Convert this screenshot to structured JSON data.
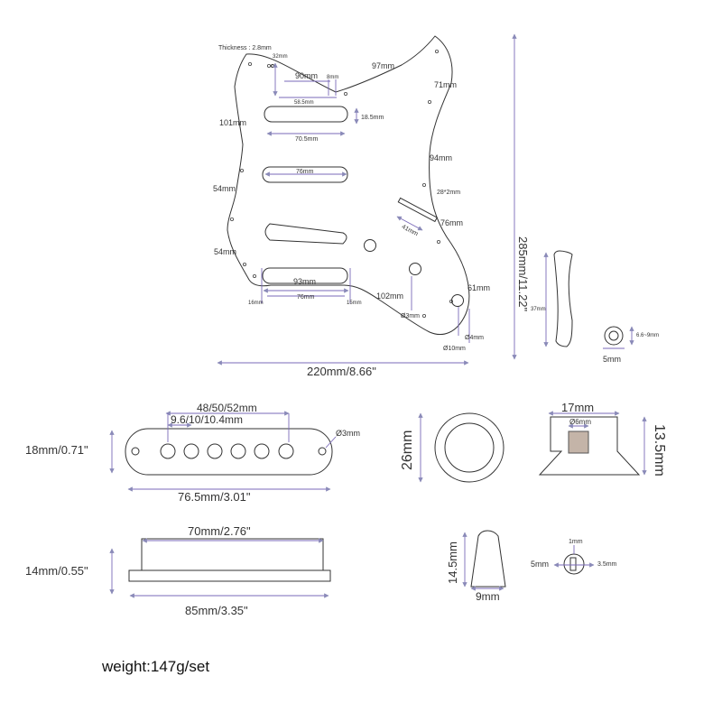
{
  "pickguard": {
    "thickness": "Thickness : 2.8mm",
    "d32": "32mm",
    "d90": "90mm",
    "d8": "8mm",
    "d97": "97mm",
    "d71": "71mm",
    "d58_5": "58.5mm",
    "d101": "101mm",
    "d18_5": "18.5mm",
    "d70_5": "70.5mm",
    "d94": "94mm",
    "d76a": "76mm",
    "d54a": "54mm",
    "d28x2": "28*2mm",
    "d41": "41mm",
    "d76b": "76mm",
    "d54b": "54mm",
    "d93": "93mm",
    "d76c": "76mm",
    "d16": "16mm",
    "d15": "15mm",
    "d102": "102mm",
    "d61": "61mm",
    "d3": "Ø3mm",
    "d4": "Ø4mm",
    "d10": "Ø10mm",
    "height": "285mm/11.22\"",
    "width": "220mm/8.66\""
  },
  "switch_tip": {
    "length": "37mm",
    "tip_d": "6.6~9mm",
    "base": "5mm"
  },
  "pickup_cover": {
    "spacing": "48/50/52mm",
    "pole": "9.6/10/10.4mm",
    "hole": "Ø3mm",
    "height": "18mm/0.71\"",
    "length": "76.5mm/3.01\""
  },
  "knob": {
    "diameter": "26mm",
    "top": "17mm",
    "shaft": "Ø6mm",
    "height": "13.5mm"
  },
  "pickup_base": {
    "top": "70mm/2.76\"",
    "height": "14mm/0.55\"",
    "length": "85mm/3.35\""
  },
  "lever_tip": {
    "height": "14.5mm",
    "width": "9mm",
    "hole": "1mm",
    "left": "5mm",
    "right": "3.5mm"
  },
  "weight": "weight:147g/set"
}
